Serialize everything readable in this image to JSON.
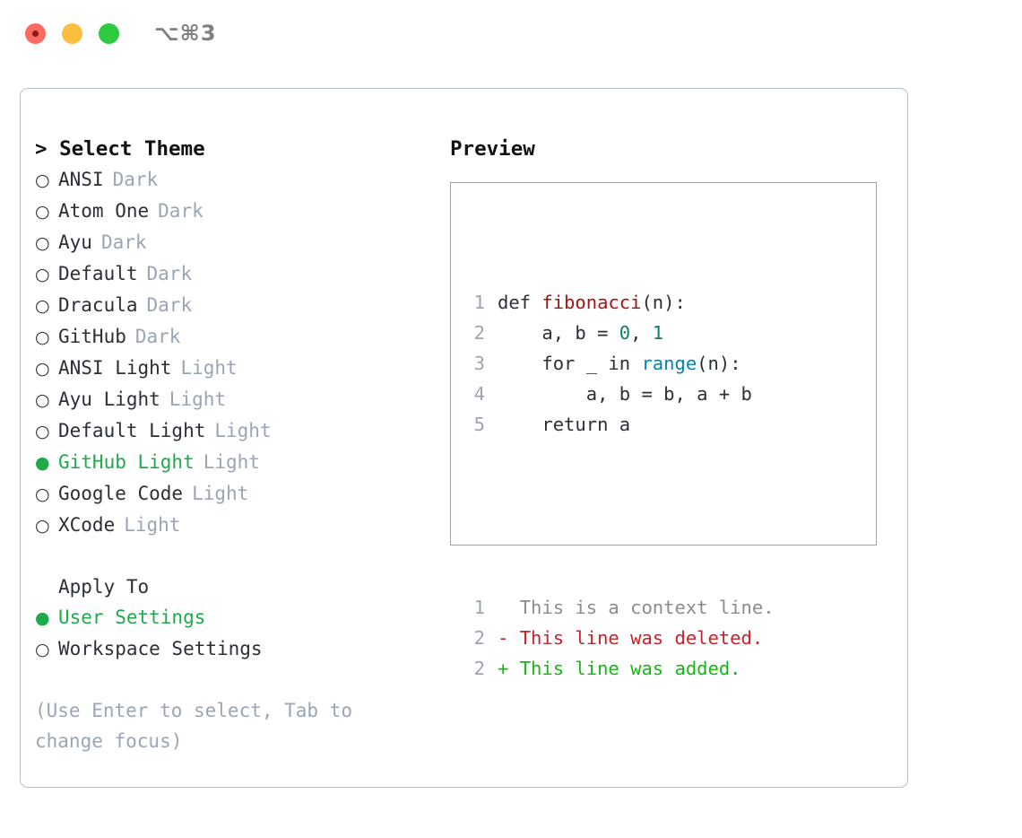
{
  "titlebar": {
    "shortcut": "⌥⌘3",
    "lights": [
      "close",
      "minimize",
      "zoom"
    ]
  },
  "theme_picker": {
    "heading": "> Select Theme",
    "options": [
      {
        "bullet": "○",
        "name": "ANSI",
        "variant": "Dark",
        "selected": false
      },
      {
        "bullet": "○",
        "name": "Atom One",
        "variant": "Dark",
        "selected": false
      },
      {
        "bullet": "○",
        "name": "Ayu",
        "variant": "Dark",
        "selected": false
      },
      {
        "bullet": "○",
        "name": "Default",
        "variant": "Dark",
        "selected": false
      },
      {
        "bullet": "○",
        "name": "Dracula",
        "variant": "Dark",
        "selected": false
      },
      {
        "bullet": "○",
        "name": "GitHub",
        "variant": "Dark",
        "selected": false
      },
      {
        "bullet": "○",
        "name": "ANSI Light",
        "variant": "Light",
        "selected": false
      },
      {
        "bullet": "○",
        "name": "Ayu Light",
        "variant": "Light",
        "selected": false
      },
      {
        "bullet": "○",
        "name": "Default Light",
        "variant": "Light",
        "selected": false
      },
      {
        "bullet": "●",
        "name": "GitHub Light",
        "variant": "Light",
        "selected": true
      },
      {
        "bullet": "○",
        "name": "Google Code",
        "variant": "Light",
        "selected": false
      },
      {
        "bullet": "○",
        "name": "XCode",
        "variant": "Light",
        "selected": false
      }
    ]
  },
  "apply_to": {
    "heading": "Apply To",
    "options": [
      {
        "bullet": "●",
        "name": "User Settings",
        "selected": true
      },
      {
        "bullet": "○",
        "name": "Workspace Settings",
        "selected": false
      }
    ]
  },
  "hint": "(Use Enter to select, Tab to change focus)",
  "preview": {
    "heading": "Preview",
    "code_lines": [
      {
        "num": "1",
        "tokens": [
          {
            "text": "def ",
            "type": "plain"
          },
          {
            "text": "fibonacci",
            "type": "fn"
          },
          {
            "text": "(n):",
            "type": "plain"
          }
        ]
      },
      {
        "num": "2",
        "tokens": [
          {
            "text": "    a, b = ",
            "type": "plain"
          },
          {
            "text": "0",
            "type": "num"
          },
          {
            "text": ", ",
            "type": "plain"
          },
          {
            "text": "1",
            "type": "num"
          }
        ]
      },
      {
        "num": "3",
        "tokens": [
          {
            "text": "    for _ in ",
            "type": "plain"
          },
          {
            "text": "range",
            "type": "call"
          },
          {
            "text": "(n):",
            "type": "plain"
          }
        ]
      },
      {
        "num": "4",
        "tokens": [
          {
            "text": "        a, b = b, a + b",
            "type": "plain"
          }
        ]
      },
      {
        "num": "5",
        "tokens": [
          {
            "text": "    return a",
            "type": "plain"
          }
        ]
      }
    ],
    "diff_lines": [
      {
        "num": "1",
        "marker": "  ",
        "text": "This is a context line.",
        "kind": "ctx"
      },
      {
        "num": "2",
        "marker": "- ",
        "text": "This line was deleted.",
        "kind": "del"
      },
      {
        "num": "2",
        "marker": "+ ",
        "text": "This line was added.",
        "kind": "add"
      }
    ]
  },
  "colors": {
    "accent_green": "#1faa4b",
    "muted": "#9aa5b5",
    "panel_border": "#b7bfcb",
    "preview_border": "#9aa5b1",
    "fn": "#a31515",
    "num": "#0a7d6b",
    "call": "#0086b3",
    "diff_delete": "#cc2127",
    "diff_add": "#14b814"
  }
}
